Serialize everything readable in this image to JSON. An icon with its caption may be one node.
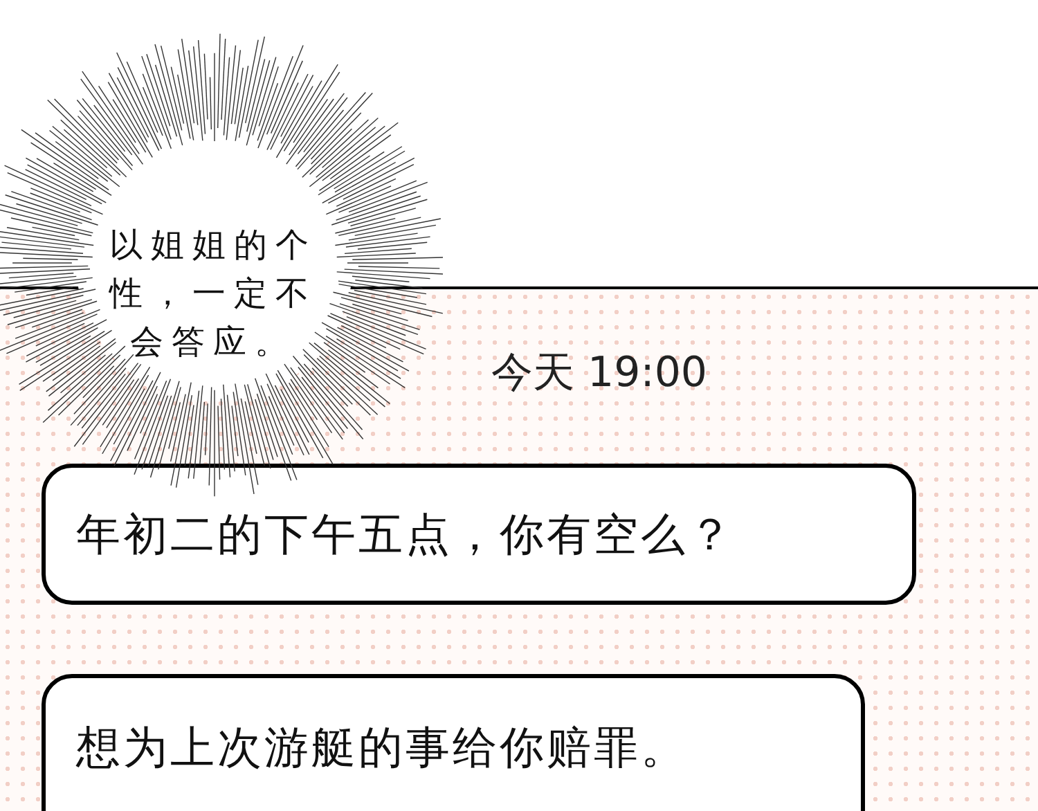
{
  "diagram": {
    "nodes": [
      {
        "text": [
          "以姐姐的个性，一定不会答应。"
        ]
      },
      {
        "text": [],
        "shape": "box"
      },
      {
        "text": [
          "年初二的下午五点，你有空么？"
        ],
        "in": 1
      },
      {
        "text": [
          "想为上次游艇的事给你赔罪。"
        ],
        "in": 1
      }
    ],
    "labels": [
      "今天 19:00"
    ]
  }
}
